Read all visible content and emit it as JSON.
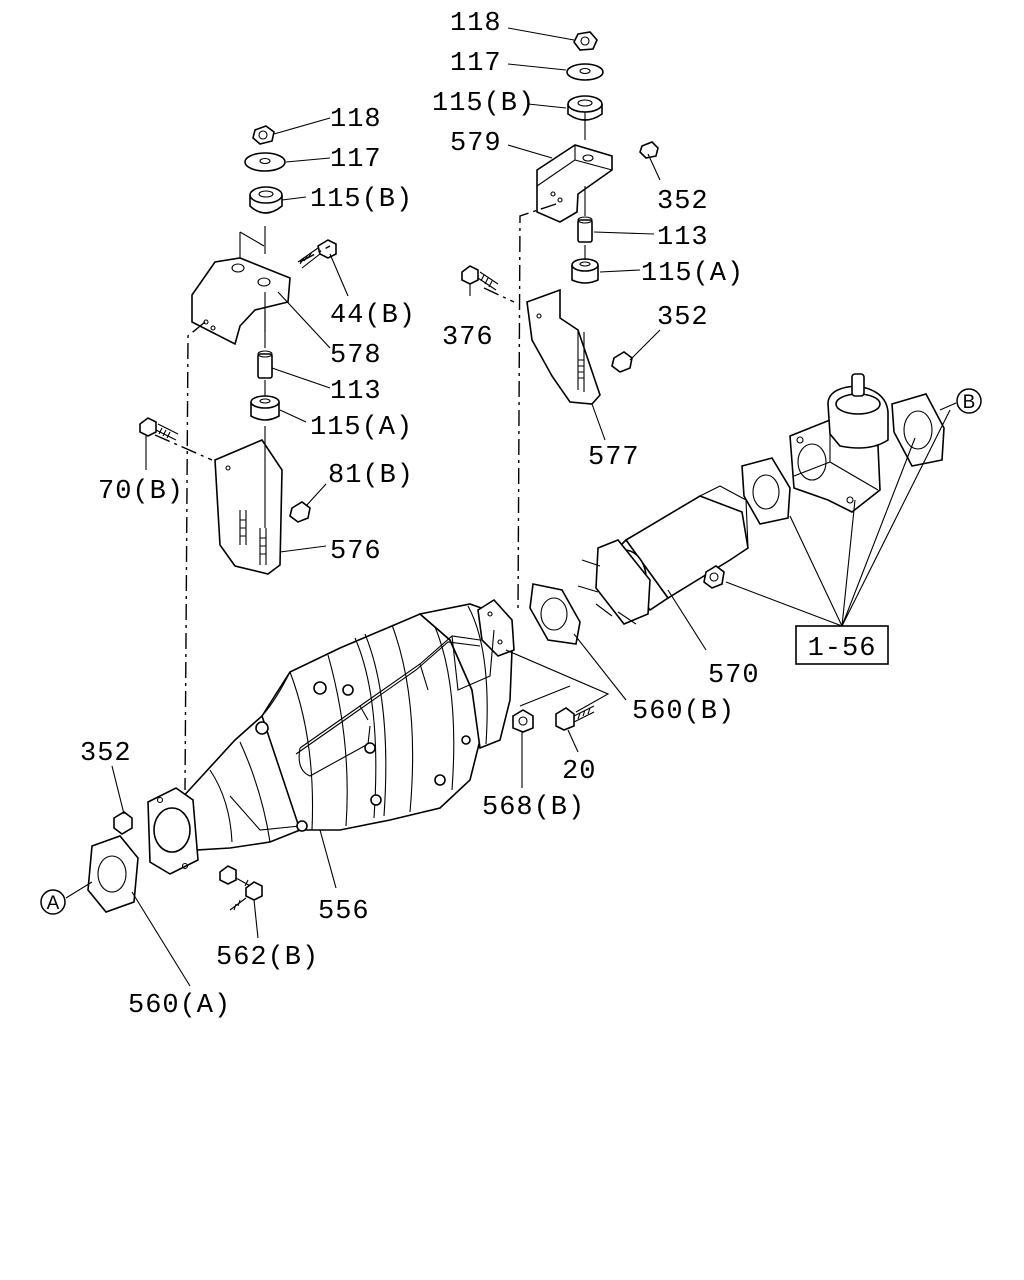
{
  "colors": {
    "line": "#000000",
    "background": "#ffffff"
  },
  "labels": {
    "p118_top": "118",
    "p117_top": "117",
    "p115b_top": "115(B)",
    "p579": "579",
    "p352_a": "352",
    "p113_right": "113",
    "p115a_right": "115(A)",
    "p376": "376",
    "p352_b": "352",
    "p577": "577",
    "p118_left": "118",
    "p117_left": "117",
    "p115b_left": "115(B)",
    "p44b": "44(B)",
    "p578": "578",
    "p113_left": "113",
    "p115a_left": "115(A)",
    "p70b": "70(B)",
    "p81b": "81(B)",
    "p576": "576",
    "p570": "570",
    "p560b": "560(B)",
    "p20": "20",
    "p568b": "568(B)",
    "p352_c": "352",
    "p556": "556",
    "p562b": "562(B)",
    "p560a": "560(A)",
    "ref_box": "1-56",
    "circle_a": "A",
    "circle_b": "B"
  }
}
